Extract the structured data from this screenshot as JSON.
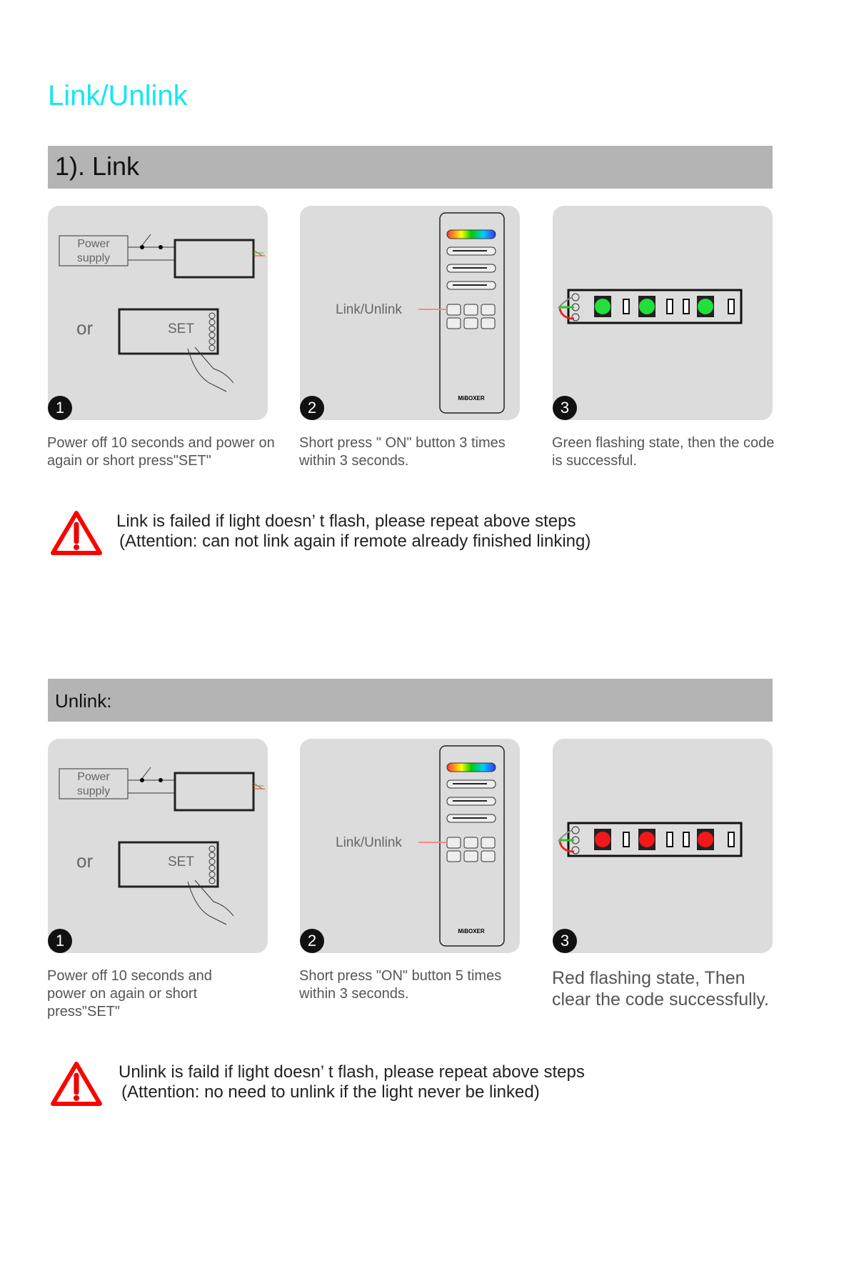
{
  "title": "Link/Unlink",
  "link": {
    "header": "1). Link",
    "steps": [
      {
        "num": "1",
        "caption": "Power off 10 seconds and power on again or short press\"SET\"",
        "power_label_1": "Power",
        "power_label_2": "supply",
        "or": "or",
        "set": "SET"
      },
      {
        "num": "2",
        "caption": "Short press \" ON\" button 3 times within 3 seconds.",
        "label": "Link/Unlink"
      },
      {
        "num": "3",
        "caption": "Green flashing state, then the code is successful.",
        "led_color": "#22e03a"
      }
    ],
    "warning_1": "Link is failed if light doesn’ t flash, please repeat above steps",
    "warning_2": "(Attention: can not link again if remote already finished linking)"
  },
  "unlink": {
    "header": "Unlink:",
    "steps": [
      {
        "num": "1",
        "caption": "Power off 10 seconds and power on again or short press\"SET\"",
        "power_label_1": "Power",
        "power_label_2": "supply",
        "or": "or",
        "set": "SET"
      },
      {
        "num": "2",
        "caption": "Short press \"ON\" button 5 times within 3 seconds.",
        "label": "Link/Unlink"
      },
      {
        "num": "3",
        "caption": "Red flashing state, Then clear the code successfully.",
        "led_color": "#f01818"
      }
    ],
    "warning_1": "Unlink is faild if light doesn’ t flash, please repeat above steps",
    "warning_2": "(Attention: no need to unlink if the light never be linked)"
  }
}
